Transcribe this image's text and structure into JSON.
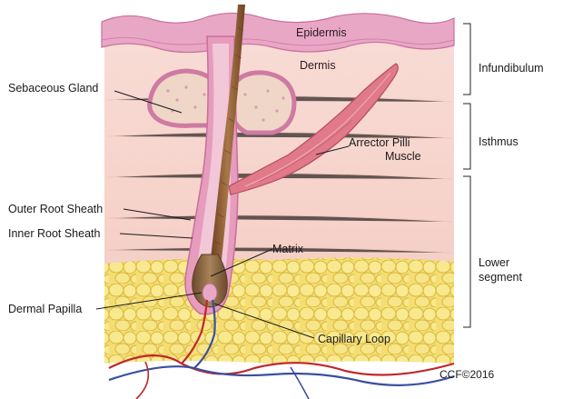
{
  "labels": {
    "epidermis": "Epidermis",
    "dermis": "Dermis",
    "sebaceous_gland": "Sebaceous Gland",
    "arrector_pilli_line1": "Arrector Pilli",
    "arrector_pilli_line2": "Muscle",
    "outer_root_sheath": "Outer Root Sheath",
    "inner_root_sheath": "Inner Root Sheath",
    "matrix": "Matrix",
    "dermal_papilla": "Dermal Papilla",
    "capillary_loop": "Capillary Loop"
  },
  "segments": {
    "infundibulum": "Infundibulum",
    "isthmus": "Isthmus",
    "lower_line1": "Lower",
    "lower_line2": "segment"
  },
  "credit": "CCF©2016",
  "colors": {
    "epidermis": "#e8a3c4",
    "dermis": "#f6d9d2",
    "fat": "#f2dc6e",
    "hair_shaft": "#8a5a34",
    "artery": "#c0262b",
    "vein": "#3a4fa0"
  }
}
